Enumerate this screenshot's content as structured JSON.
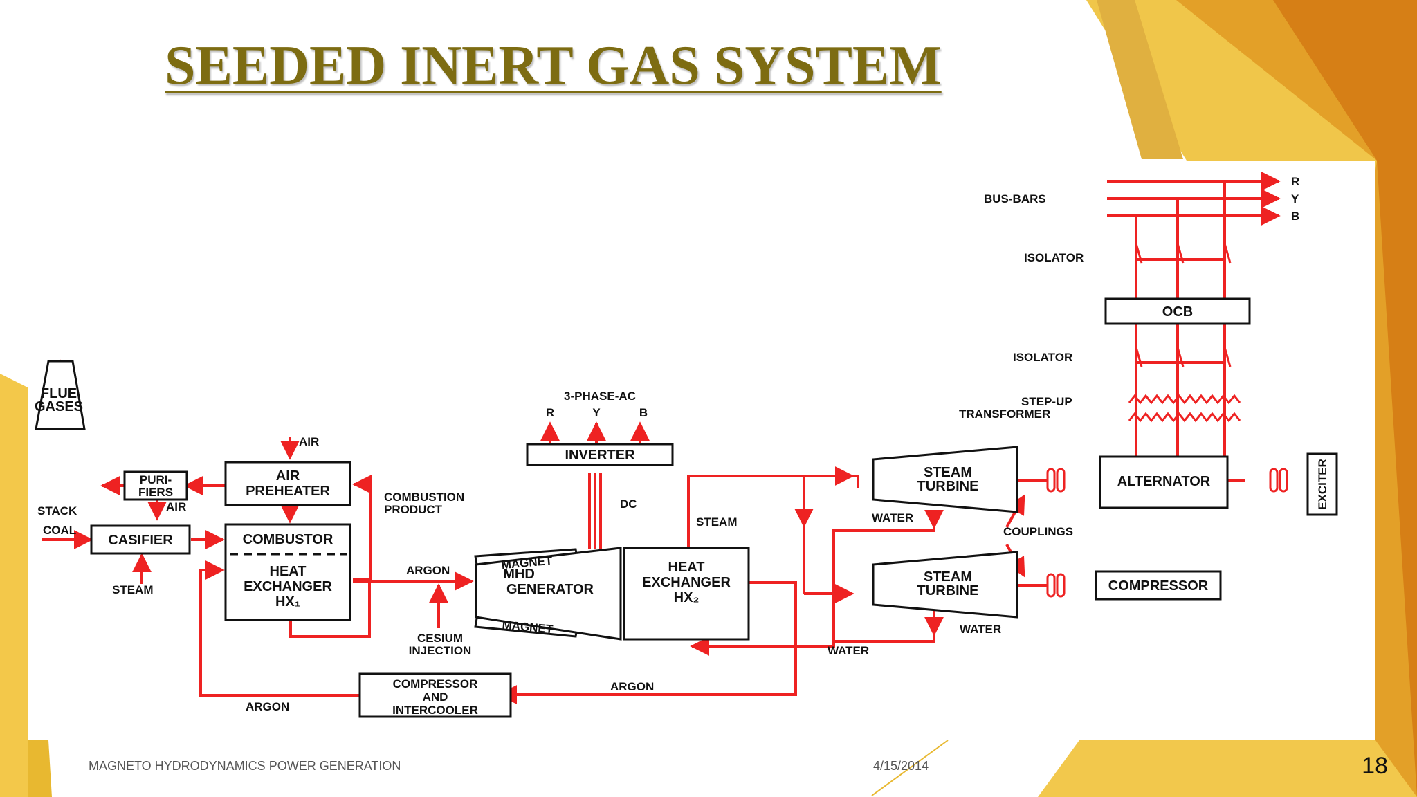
{
  "slide": {
    "title": "SEEDED INERT GAS SYSTEM",
    "footer_left": "MAGNETO HYDRODYNAMICS POWER GENERATION",
    "footer_date": "4/15/2014",
    "page_number": "18"
  },
  "diagram": {
    "labels": {
      "flue_gases_1": "FLUE",
      "flue_gases_2": "GASES",
      "stack": "STACK",
      "coal": "COAL",
      "steam_gasifier": "STEAM",
      "air_top": "AIR",
      "air_mid": "AIR",
      "combustion_product_1": "COMBUSTION",
      "combustion_product_2": "PRODUCT",
      "argon_in": "ARGON",
      "cesium_1": "CESIUM",
      "cesium_2": "INJECTION",
      "three_phase": "3-PHASE-AC",
      "phase_r": "R",
      "phase_y": "Y",
      "phase_b": "B",
      "dc": "DC",
      "steam_line": "STEAM",
      "water_upper": "WATER",
      "water_lower": "WATER",
      "water_return": "WATER",
      "argon_return": "ARGON",
      "argon_bottom": "ARGON",
      "couplings": "COUPLINGS",
      "bus_bars": "BUS-BARS",
      "bus_r": "R",
      "bus_y": "Y",
      "bus_b": "B",
      "isolator_top": "ISOLATOR",
      "isolator_bottom": "ISOLATOR",
      "step_up_1": "STEP-UP",
      "step_up_2": "TRANSFORMER"
    },
    "blocks": {
      "purifiers_1": "PURI-",
      "purifiers_2": "FIERS",
      "gasifier": "CASIFIER",
      "air_preheater_1": "AIR",
      "air_preheater_2": "PREHEATER",
      "combustor": "COMBUSTOR",
      "hx1_1": "HEAT",
      "hx1_2": "EXCHANGER",
      "hx1_3": "HX₁",
      "inverter": "INVERTER",
      "magnet_top": "MAGNET",
      "magnet_bottom": "MAGNET",
      "mhd_1": "MHD",
      "mhd_2": "GENERATOR",
      "hx2_1": "HEAT",
      "hx2_2": "EXCHANGER",
      "hx2_3": "HX₂",
      "compressor_ic_1": "COMPRESSOR",
      "compressor_ic_2": "AND",
      "compressor_ic_3": "INTERCOOLER",
      "steam_turbine_top_1": "STEAM",
      "steam_turbine_top_2": "TURBINE",
      "steam_turbine_bottom_1": "STEAM",
      "steam_turbine_bottom_2": "TURBINE",
      "alternator": "ALTERNATOR",
      "exciter": "EXCITER",
      "compressor": "COMPRESSOR",
      "ocb": "OCB"
    }
  },
  "colors": {
    "title": "#7d6c12",
    "line": "#ee2222",
    "accent_gold": "#e8b830",
    "accent_orange": "#d98a18"
  }
}
